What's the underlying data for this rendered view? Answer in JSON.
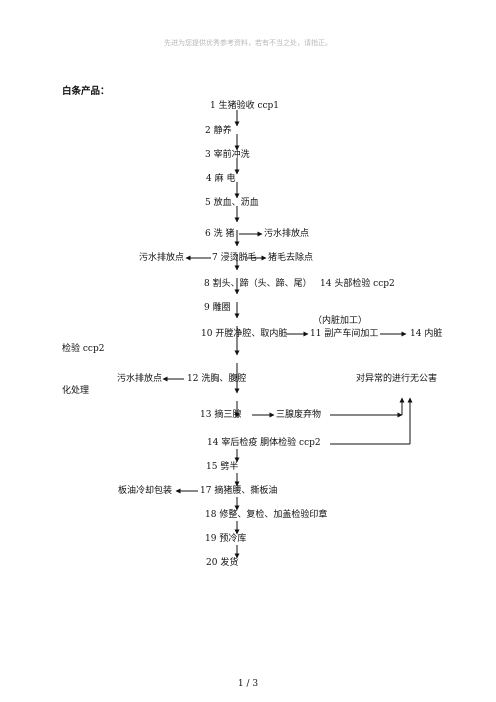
{
  "header": "先进为您提供优秀参考资料，若有不当之处，请指正。",
  "title": "白条产品：",
  "steps": {
    "s1": "1 生猪验收 ccp1",
    "s2": "2  静养",
    "s3": "3 宰前冲洗",
    "s4": "4  麻  电",
    "s5": "5 放血、沥血",
    "s6": "6 洗    猪",
    "s7": "7 浸烫脱毛",
    "s8": "8 割头、蹄（头、蹄、尾）",
    "s9": "9  雕圈",
    "s10": "10 开膛净腔、取内脏",
    "s11": "11 副产车间加工",
    "s12": "12 洗胸、腹腔",
    "s13": "13 摘三腺",
    "s14a": "14 头部检验 ccp2",
    "s14b": "14 内脏",
    "s14c": "14 宰后检疫  胴体检验 ccp2",
    "s15": "15  劈半",
    "s17": "17 摘猪腰、撕板油",
    "s18": "18 修整、复检、加盖检验印章",
    "s19": "19 预冷库",
    "s20": "20 发货"
  },
  "side": {
    "wastewater_right": "污水排放点",
    "wastewater_left_7": "污水排放点",
    "hair_removal": "猪毛去除点",
    "offal_processing": "（内脏加工）",
    "inspection_ccp2": "检验 ccp2",
    "wastewater_left_12": "污水排放点",
    "abnormal_1": "对异常的进行无公害",
    "abnormal_2": "化处理",
    "gland_waste": "三腺废弃物",
    "lard_packing": "板油冷却包装"
  },
  "footer": {
    "page": "1  /  3"
  }
}
